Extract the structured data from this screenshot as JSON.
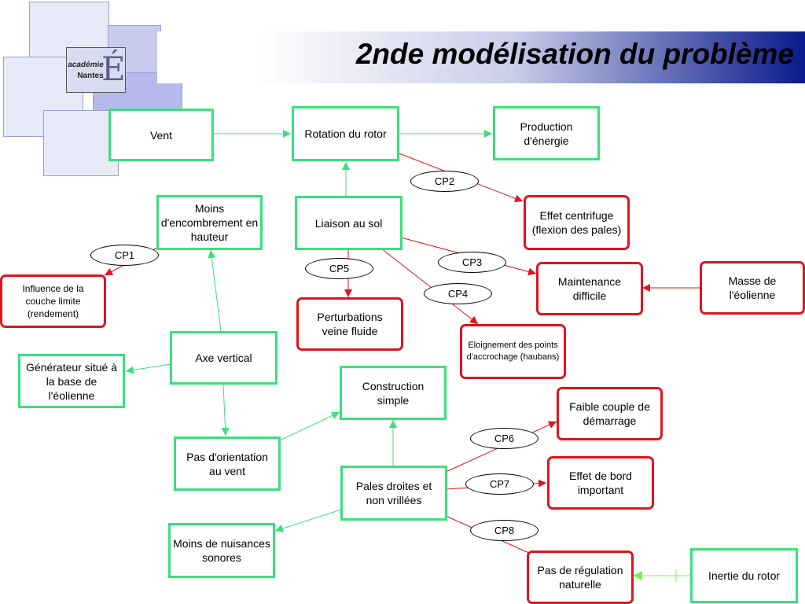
{
  "title": "2nde modélisation du problème",
  "logo": {
    "line1": "académie",
    "line2": "Nantes",
    "glyph": "É"
  },
  "nodes": {
    "vent": "Vent",
    "rotation": "Rotation du rotor",
    "production": "Production d'énergie",
    "moins_encombrement": "Moins d'encombrement en hauteur",
    "liaison_sol": "Liaison au sol",
    "effet_centrifuge": "Effet centrifuge (flexion des pales)",
    "influence": "Influence de la couche limite (rendement)",
    "maintenance": "Maintenance difficile",
    "masse": "Masse de l'éolienne",
    "perturbations": "Perturbations veine fluide",
    "eloignement": "Eloignement des points d'accrochage (haubans)",
    "axe_vertical": "Axe vertical",
    "generateur": "Générateur situé à la base de l'éolienne",
    "construction": "Construction simple",
    "faible_couple": "Faible couple de démarrage",
    "pas_orientation": "Pas d'orientation au vent",
    "pales_droites": "Pales droites et non vrillées",
    "effet_bord": "Effet de bord important",
    "moins_nuisances": "Moins de nuisances sonores",
    "pas_regulation": "Pas de régulation naturelle",
    "inertie": "Inertie du rotor"
  },
  "cp": {
    "cp1": "CP1",
    "cp2": "CP2",
    "cp3": "CP3",
    "cp4": "CP4",
    "cp5": "CP5",
    "cp6": "CP6",
    "cp7": "CP7",
    "cp8": "CP8"
  },
  "colors": {
    "positive": "#3ae07a",
    "negative": "#e0141e",
    "accent": "#0a1a8c"
  }
}
